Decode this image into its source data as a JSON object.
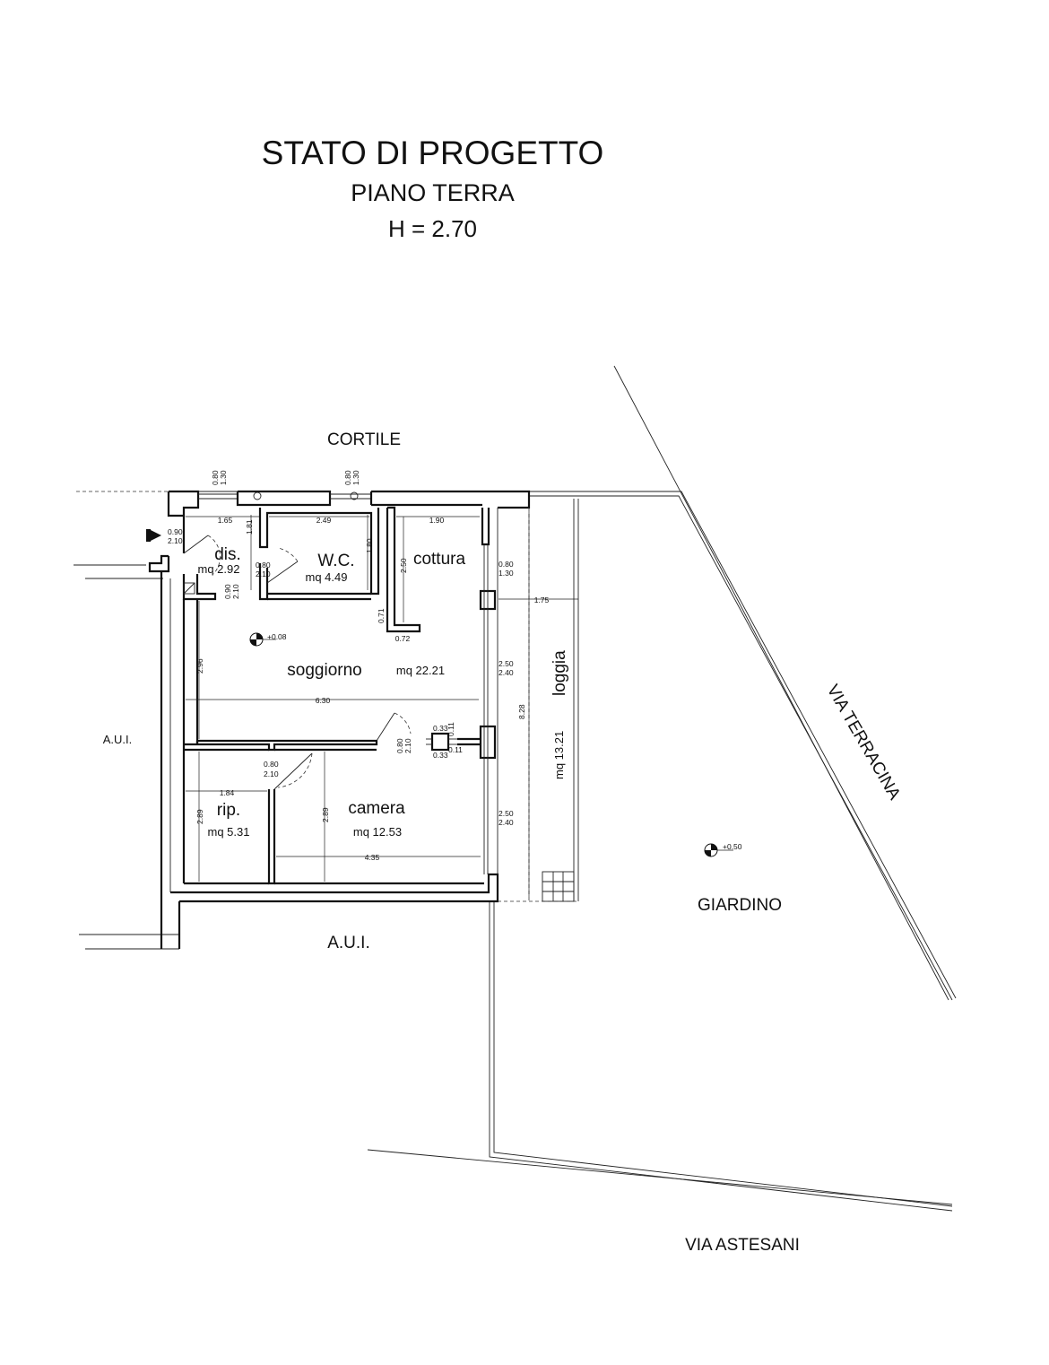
{
  "header": {
    "title": "STATO DI PROGETTO",
    "subtitle": "PIANO TERRA",
    "height": "H = 2.70"
  },
  "surroundings": {
    "north": "CORTILE",
    "west": "A.U.I.",
    "south": "A.U.I.",
    "garden": "GIARDINO",
    "street_east": "VIA TERRACINA",
    "street_south": "VIA ASTESANI"
  },
  "rooms": {
    "dis": {
      "name": "dis.",
      "area": "mq 2.92"
    },
    "wc": {
      "name": "W.C.",
      "area": "mq 4.49"
    },
    "cottura": {
      "name": "cottura"
    },
    "soggiorno": {
      "name": "soggiorno",
      "area": "mq 22.21"
    },
    "rip": {
      "name": "rip.",
      "area": "mq 5.31"
    },
    "camera": {
      "name": "camera",
      "area": "mq  12.53"
    },
    "loggia": {
      "name": "loggia",
      "area": "mq 13.21"
    }
  },
  "levels": {
    "interior": "+0.08",
    "garden": "+0.50"
  },
  "dimensions": {
    "dis_width": "1.65",
    "wc_width": "2.49",
    "cottura_width": "1.90",
    "wc_depth": "1.80",
    "dis_depth": "1.81",
    "cottura_depth": "2.50",
    "stub_depth": "0.71",
    "stub_width": "0.72",
    "loggia_width": "1.75",
    "loggia_length": "8.28",
    "soggiorno_depth": "2.96",
    "soggiorno_width": "6.30",
    "rip_width": "1.84",
    "rip_depth": "2.89",
    "camera_depth": "2.89",
    "camera_width": "4.35",
    "pillar_a": "0.33",
    "pillar_b": "0.33",
    "pillar_c": "0.11",
    "pillar_d": "0.11"
  },
  "openings": {
    "win_dis_w": "0.80",
    "win_dis_h": "1.30",
    "win_wc_w": "0.80",
    "win_wc_h": "1.30",
    "entry_w": "0.90",
    "entry_h": "2.10",
    "door_wc_w": "0.80",
    "door_wc_h": "2.10",
    "door_dis_w": "0.90",
    "door_dis_h": "2.10",
    "door_camera_w": "0.80",
    "door_camera_h": "2.10",
    "door_rip_w": "0.80",
    "door_rip_h": "2.10",
    "win_cottura_w": "0.80",
    "win_cottura_h": "1.30",
    "win_sogg_w": "2.50",
    "win_sogg_h": "2.40",
    "win_camera_w": "2.50",
    "win_camera_h": "2.40"
  }
}
